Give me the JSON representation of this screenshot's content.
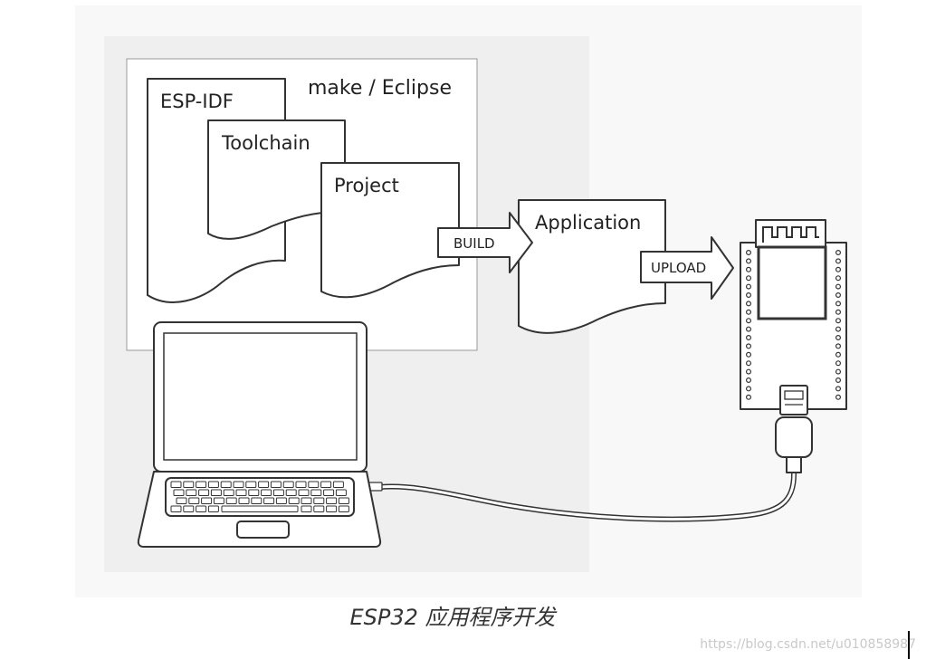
{
  "diagram": {
    "toolbox_label": "make / Eclipse",
    "documents": {
      "esp_idf": "ESP-IDF",
      "toolchain": "Toolchain",
      "project": "Project",
      "application": "Application"
    },
    "arrows": {
      "build": "BUILD",
      "upload": "UPLOAD"
    }
  },
  "caption": "ESP32 应用程序开发",
  "watermark": "https://blog.csdn.net/u010858987",
  "colors": {
    "outline": "#333333",
    "outer_panel": "#f8f8f8",
    "inner_panel": "#efefef",
    "frame_border": "#9a9a9a",
    "watermark": "#c9c9c9"
  }
}
